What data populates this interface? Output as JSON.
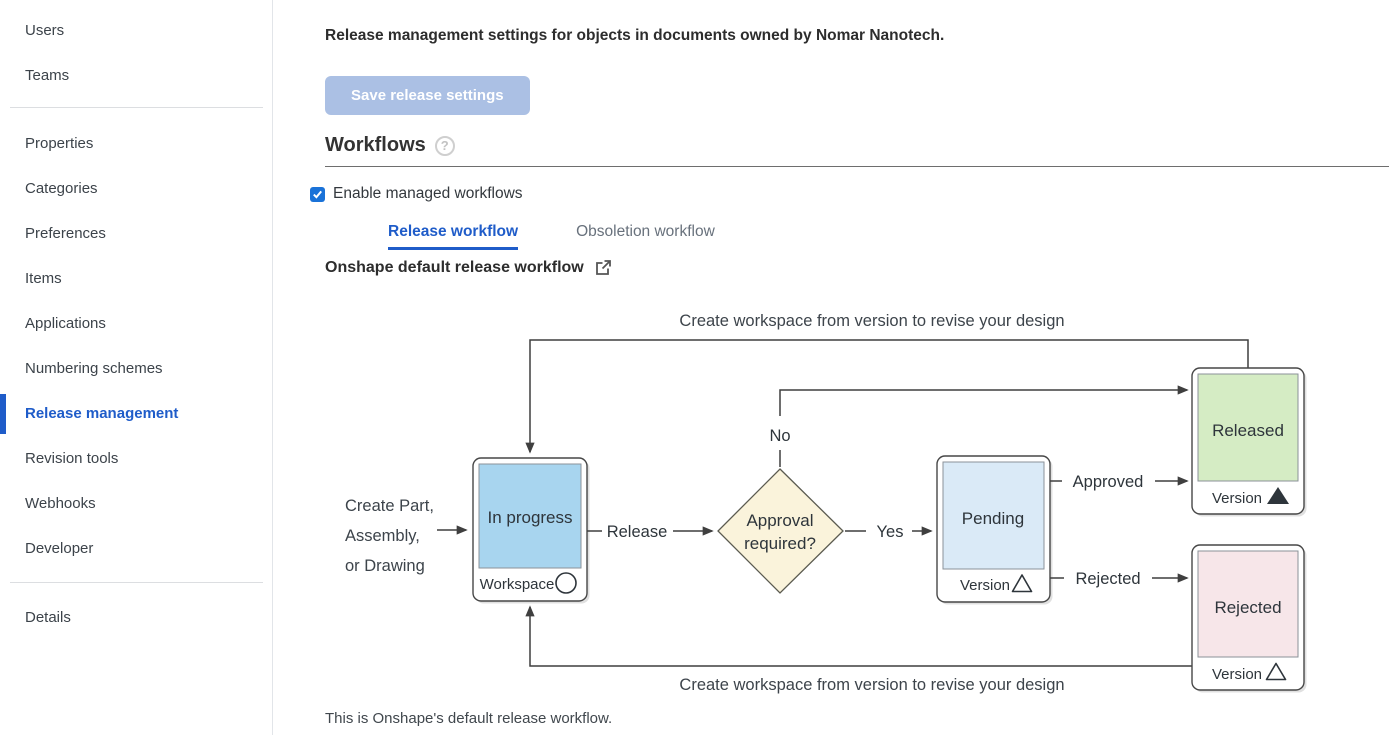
{
  "sidebar": {
    "items": [
      {
        "label": "Users"
      },
      {
        "label": "Teams"
      },
      {
        "label": "Properties"
      },
      {
        "label": "Categories"
      },
      {
        "label": "Preferences"
      },
      {
        "label": "Items"
      },
      {
        "label": "Applications"
      },
      {
        "label": "Numbering schemes"
      },
      {
        "label": "Release management",
        "active": true
      },
      {
        "label": "Revision tools"
      },
      {
        "label": "Webhooks"
      },
      {
        "label": "Developer"
      },
      {
        "label": "Details"
      }
    ],
    "active_color": "#1f5cc9"
  },
  "header": {
    "title": "Release management settings for objects in documents owned by Nomar Nanotech."
  },
  "save_button": {
    "label": "Save release settings",
    "state": "disabled",
    "color": "#abc0e4"
  },
  "workflows": {
    "heading": "Workflows",
    "help_icon": "?",
    "enable_checkbox": {
      "label": "Enable managed workflows",
      "checked": true,
      "color": "#1a72d8"
    },
    "tabs": [
      {
        "label": "Release workflow",
        "active": true
      },
      {
        "label": "Obsoletion workflow",
        "active": false
      }
    ],
    "workflow_name": "Onshape default release workflow"
  },
  "diagram": {
    "top_note": "Create workspace from version to revise your design",
    "bottom_note": "Create workspace from version to revise your design",
    "input_lines": [
      "Create Part,",
      "Assembly,",
      "or Drawing"
    ],
    "decision": {
      "lines": [
        "Approval",
        "required?"
      ],
      "fill": "#faf3db"
    },
    "nodes": {
      "in_progress": {
        "label": "In progress",
        "sublabel": "Workspace",
        "badge_icon": "circle-icon",
        "fill": "#a8d5ef"
      },
      "pending": {
        "label": "Pending",
        "sublabel": "Version",
        "badge_icon": "triangle-outline-icon",
        "fill": "#daeaf7"
      },
      "released": {
        "label": "Released",
        "sublabel": "Version",
        "badge_icon": "triangle-filled-icon",
        "fill": "#d5ecc4"
      },
      "rejected": {
        "label": "Rejected",
        "sublabel": "Version",
        "badge_icon": "triangle-outline-icon",
        "fill": "#f7e6e9"
      }
    },
    "edges": {
      "release": "Release",
      "yes": "Yes",
      "no": "No",
      "approved": "Approved",
      "rejected": "Rejected"
    }
  },
  "footer_note": "This is Onshape's default release workflow."
}
